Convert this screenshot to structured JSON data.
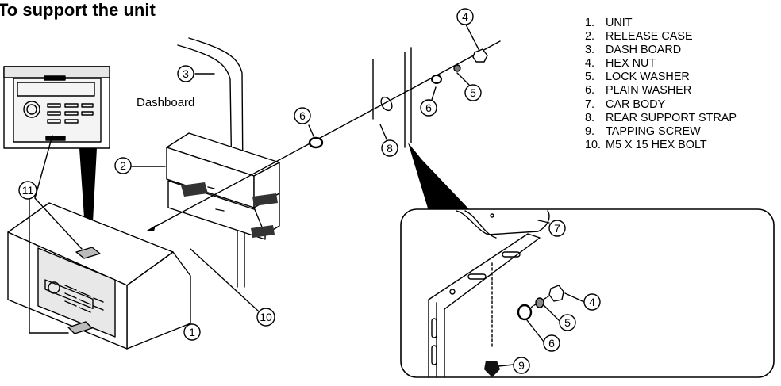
{
  "title": "To support the unit",
  "dashboard_label": "Dashboard",
  "legend": [
    {
      "num": "1.",
      "label": "UNIT"
    },
    {
      "num": "2.",
      "label": "RELEASE CASE"
    },
    {
      "num": "3.",
      "label": "DASH BOARD"
    },
    {
      "num": "4.",
      "label": "HEX NUT"
    },
    {
      "num": "5.",
      "label": "LOCK WASHER"
    },
    {
      "num": "6.",
      "label": "PLAIN WASHER"
    },
    {
      "num": "7.",
      "label": "CAR BODY"
    },
    {
      "num": "8.",
      "label": "REAR SUPPORT STRAP"
    },
    {
      "num": "9.",
      "label": "TAPPING SCREW"
    },
    {
      "num": "10.",
      "label": "M5 X 15 HEX BOLT"
    }
  ],
  "callouts": {
    "c1": "1",
    "c2": "2",
    "c3": "3",
    "c4a": "4",
    "c4b": "4",
    "c5a": "5",
    "c5b": "5",
    "c6a": "6",
    "c6b": "6",
    "c6c": "6",
    "c7": "7",
    "c8": "8",
    "c9": "9",
    "c10": "10",
    "c11": "11"
  }
}
